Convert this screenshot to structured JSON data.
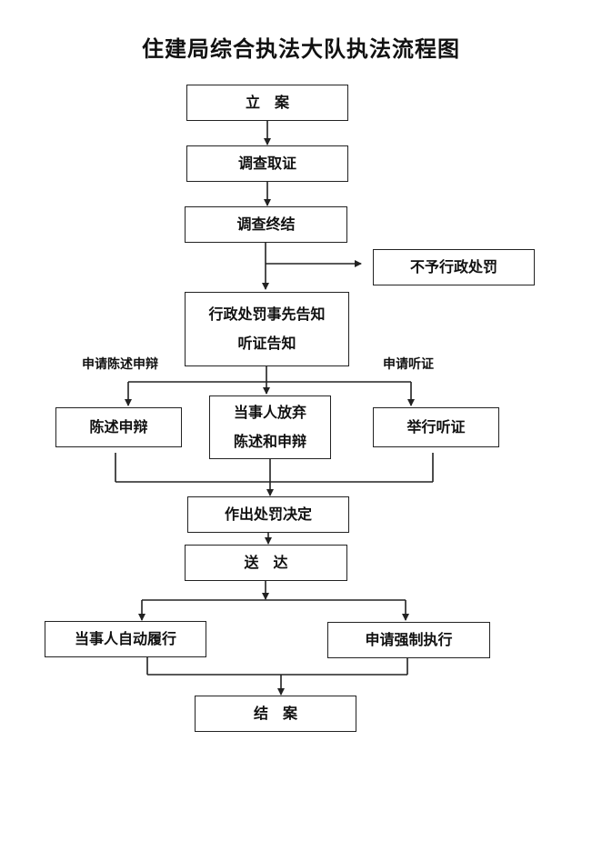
{
  "title": "住建局综合执法大队执法流程图",
  "nodes": {
    "file_case": "立　案",
    "investigate": "调查取证",
    "investigation_end": "调查终结",
    "no_penalty": "不予行政处罚",
    "prior_notice_line1": "行政处罚事先告知",
    "prior_notice_line2": "听证告知",
    "statement_defense": "陈述申辩",
    "waive_line1": "当事人放弃",
    "waive_line2": "陈述和申辩",
    "hold_hearing": "举行听证",
    "decision": "作出处罚决定",
    "delivery": "送　达",
    "self_perform": "当事人自动履行",
    "enforce": "申请强制执行",
    "close_case": "结　案"
  },
  "edge_labels": {
    "apply_statement": "申请陈述申辩",
    "apply_hearing": "申请听证"
  }
}
